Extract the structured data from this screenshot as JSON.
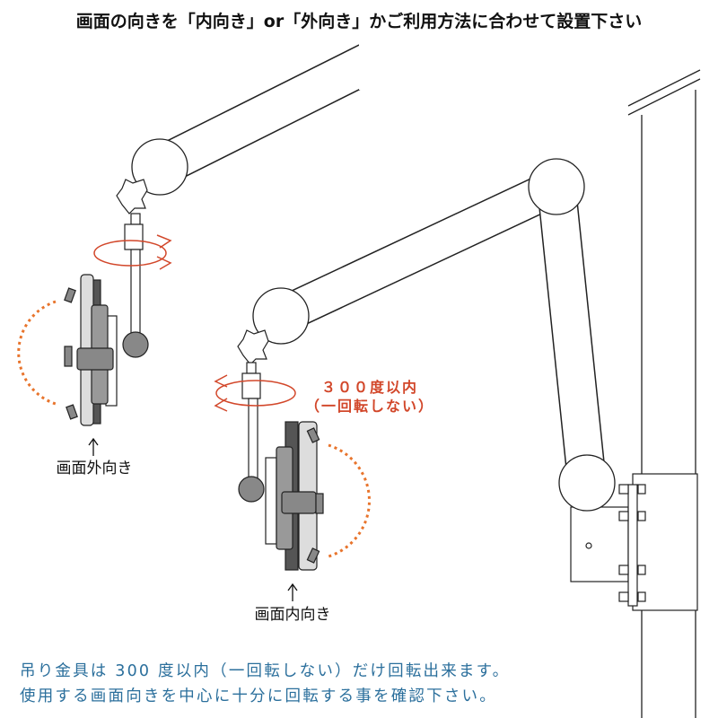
{
  "title": "画面の向きを「内向き」or「外向き」かご利用方法に合わせて設置下さい",
  "labels": {
    "outward": "画面外向き",
    "inward": "画面内向き",
    "rotation_limit": "３００度以内",
    "rotation_note": "（一回転しない）"
  },
  "notes": [
    "吊り金具は 300 度以内（一回転しない）だけ回転出来ます。",
    "使用する画面向きを中心に十分に回転する事を確認下さい。"
  ],
  "colors": {
    "accent_red": "#d2472a",
    "note_blue": "#2b6f9c"
  }
}
